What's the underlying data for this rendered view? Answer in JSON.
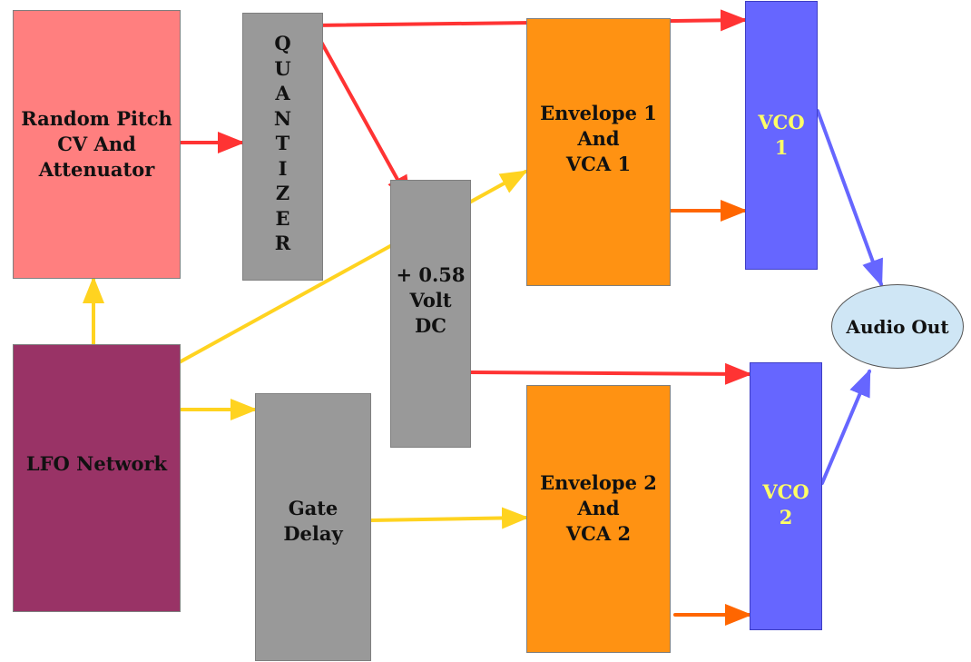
{
  "colors": {
    "random_pitch_fill": "#ff7f7f",
    "lfo_fill": "#993366",
    "module_gray_fill": "#999999",
    "envelope_fill": "#ff9212",
    "vco_fill": "#6666ff",
    "vco_text": "#ffff66",
    "audio_out_fill": "#cfe6f5",
    "wire_red": "#ff3333",
    "wire_yellow": "#ffd320",
    "wire_orange": "#ff6600",
    "wire_blue": "#6666ff"
  },
  "blocks": {
    "random_pitch": {
      "label": "Random Pitch\nCV And\nAttenuator"
    },
    "lfo_network": {
      "label": "LFO Network"
    },
    "quantizer": {
      "letters": [
        "Q",
        "U",
        "A",
        "N",
        "T",
        "I",
        "Z",
        "E",
        "R"
      ]
    },
    "dc_offset": {
      "label": "+ 0.58\nVolt\nDC"
    },
    "gate_delay": {
      "label": "Gate\nDelay"
    },
    "envelope_1": {
      "label": "Envelope 1\nAnd\nVCA 1"
    },
    "envelope_2": {
      "label": "Envelope 2\nAnd\nVCA 2"
    },
    "vco_1": {
      "label": "VCO\n1"
    },
    "vco_2": {
      "label": "VCO\n2"
    },
    "audio_out": {
      "label": "Audio Out"
    }
  },
  "connections": [
    {
      "from": "random_pitch",
      "to": "quantizer",
      "color": "wire_red"
    },
    {
      "from": "quantizer",
      "to": "vco_1",
      "color": "wire_red"
    },
    {
      "from": "quantizer",
      "to": "dc_offset",
      "color": "wire_red"
    },
    {
      "from": "dc_offset",
      "to": "vco_2",
      "color": "wire_red"
    },
    {
      "from": "lfo_network",
      "to": "random_pitch",
      "color": "wire_yellow"
    },
    {
      "from": "lfo_network",
      "to": "envelope_1",
      "color": "wire_yellow"
    },
    {
      "from": "lfo_network",
      "to": "gate_delay",
      "color": "wire_yellow"
    },
    {
      "from": "gate_delay",
      "to": "envelope_2",
      "color": "wire_yellow"
    },
    {
      "from": "envelope_1",
      "to": "vco_1",
      "color": "wire_orange"
    },
    {
      "from": "envelope_2",
      "to": "vco_2",
      "color": "wire_orange"
    },
    {
      "from": "vco_1",
      "to": "audio_out",
      "color": "wire_blue"
    },
    {
      "from": "vco_2",
      "to": "audio_out",
      "color": "wire_blue"
    }
  ]
}
